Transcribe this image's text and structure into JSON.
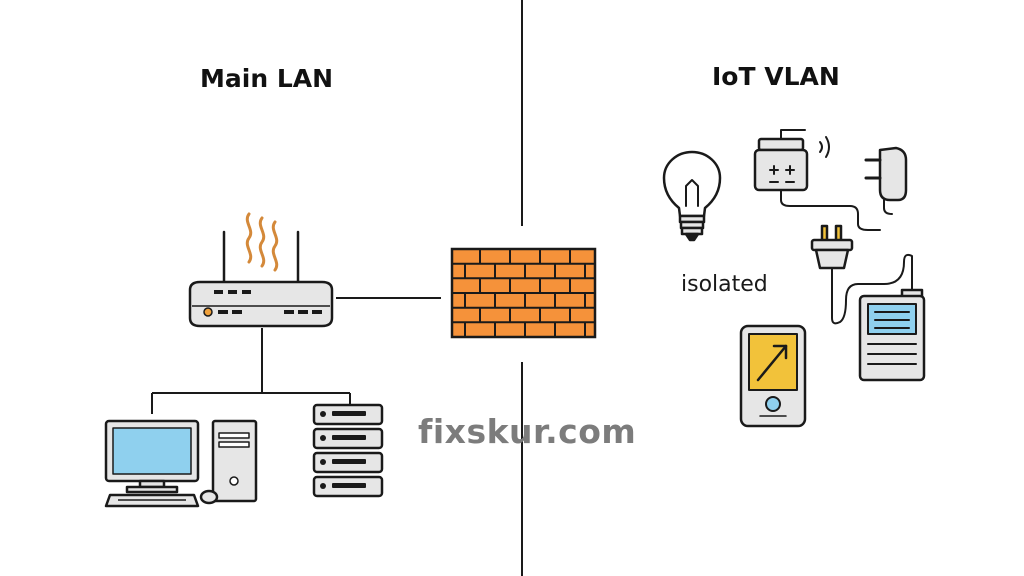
{
  "diagram": {
    "left_network_label": "Main LAN",
    "right_network_label": "IoT VLAN",
    "isolation_label": "isolated",
    "watermark": "fixskur.com"
  },
  "colors": {
    "line": "#1a1a1a",
    "device_fill": "#e6e6e6",
    "screen_fill": "#8fd0ee",
    "firewall_orange": "#f5923a",
    "heat_waves": "#d4893a",
    "phone_screen": "#f2c23a",
    "phone_button": "#8fd0ee"
  },
  "icons": [
    "router-icon",
    "heat-waves-icon",
    "desktop-computer-icon",
    "server-rack-icon",
    "firewall-icon",
    "light-bulb-icon",
    "smart-plug-icon",
    "power-adapter-icon",
    "power-plug-icon",
    "smartphone-icon",
    "iot-hub-device-icon"
  ]
}
